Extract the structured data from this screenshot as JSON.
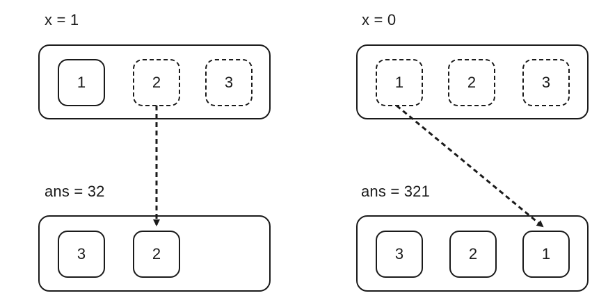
{
  "left": {
    "x_label": "x = 1",
    "nums": [
      "1",
      "2",
      "3"
    ],
    "ans_label": "ans = 32",
    "ans": [
      "3",
      "2"
    ]
  },
  "right": {
    "x_label": "x = 0",
    "nums": [
      "1",
      "2",
      "3"
    ],
    "ans_label": "ans = 321",
    "ans": [
      "3",
      "2",
      "1"
    ]
  },
  "colors": {
    "stroke": "#1a1a1a",
    "background": "#ffffff"
  }
}
